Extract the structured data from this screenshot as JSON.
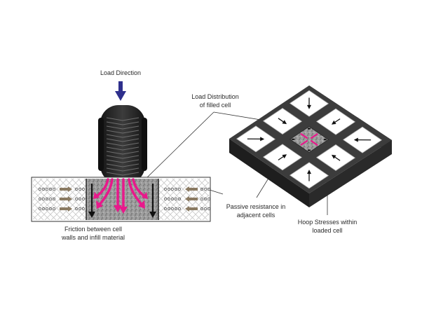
{
  "labels": {
    "load_direction": "Load Direction",
    "load_distribution": [
      "Load Distribution",
      "of filled cell"
    ],
    "passive_resistance": [
      "Passive resistance in",
      "adjacent cells"
    ],
    "hoop_stresses": [
      "Hoop Stresses within",
      "loaded cell"
    ],
    "friction": [
      "Friction between cell",
      "walls and infill material"
    ]
  },
  "colors": {
    "load_arrow": "#2e2f8c",
    "stress_flow": "#e8198b",
    "sediment_arrow": "#8a7a62",
    "grid_dark": "#3c3c3c",
    "tire": "#232323"
  },
  "icons": {
    "load": "down-arrow-icon",
    "tire": "tire-icon"
  }
}
